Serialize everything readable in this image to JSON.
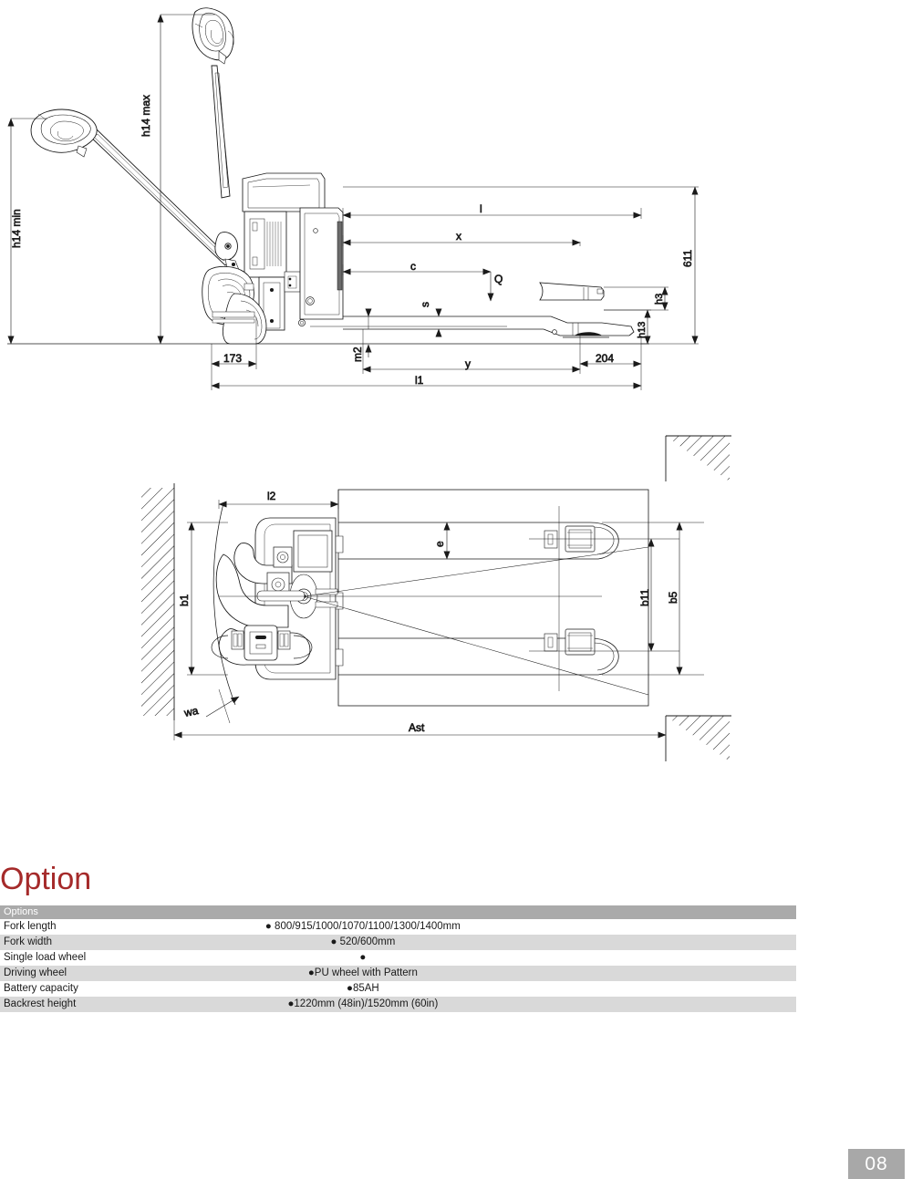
{
  "document": {
    "page_number": "08"
  },
  "side_view": {
    "labels": {
      "h14_min": "h14 min",
      "h14_max": "h14 max",
      "l": "l",
      "x": "x",
      "c": "c",
      "q": "Q",
      "s": "s",
      "m2": "m2",
      "y": "y",
      "l1": "l1",
      "h3": "h3",
      "h13": "h13",
      "d611": "611",
      "d173": "173",
      "d204": "204"
    }
  },
  "top_view": {
    "labels": {
      "l2": "l2",
      "b1": "b1",
      "b11": "b11",
      "b5": "b5",
      "e": "e",
      "wa": "wa",
      "ast": "Ast"
    }
  },
  "option_section": {
    "heading": "Option",
    "table": {
      "header": "Options",
      "rows": [
        {
          "label": "Fork length",
          "value": "● 800/915/1000/1070/1100/1300/1400mm"
        },
        {
          "label": "Fork width",
          "value": "● 520/600mm"
        },
        {
          "label": "Single load wheel",
          "value": "●"
        },
        {
          "label": "Driving wheel",
          "value": "●PU wheel with Pattern"
        },
        {
          "label": "Battery capacity",
          "value": "●85AH"
        },
        {
          "label": "Backrest height",
          "value": "●1220mm (48in)/1520mm (60in)"
        }
      ]
    }
  },
  "colors": {
    "heading_red": "#a52a2a",
    "header_gray": "#aaaaaa",
    "row_gray": "#d9d9d9",
    "badge_gray": "#a8a8a8",
    "line": "#1a1a1a"
  }
}
